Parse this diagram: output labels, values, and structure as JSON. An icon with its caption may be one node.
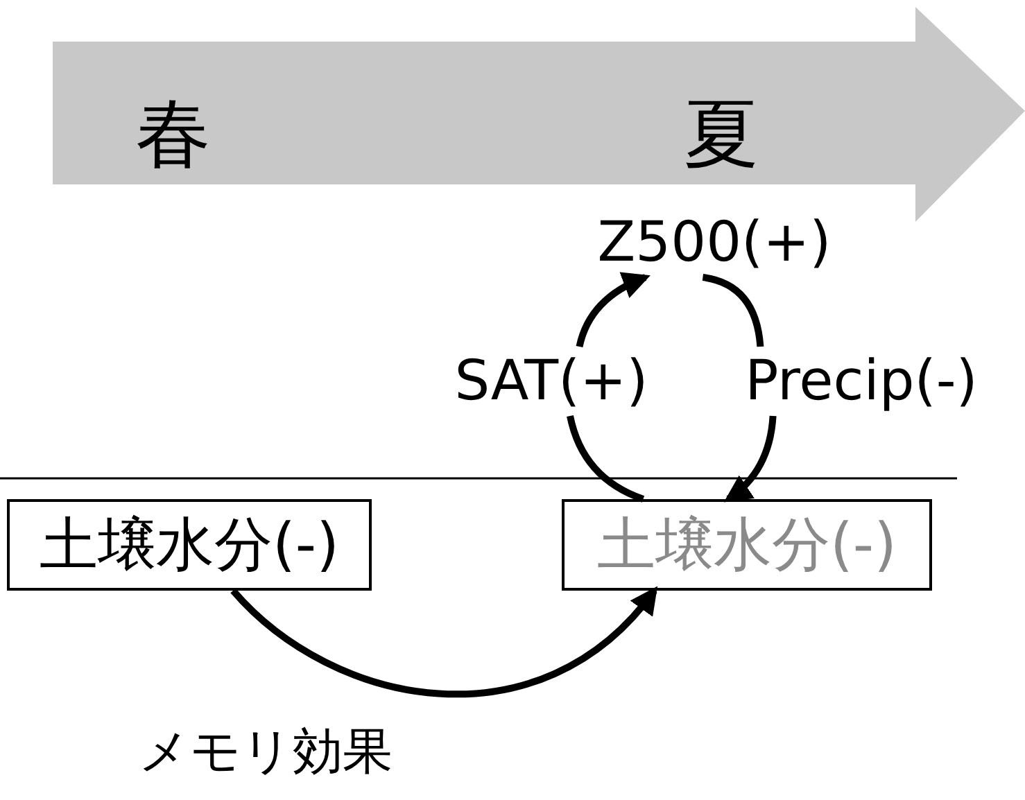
{
  "diagram": {
    "nodes": [
      {
        "text": [
          "春",
          "夏"
        ]
      },
      {
        "text": [
          "Z500(+)"
        ]
      },
      {
        "text": [
          "SAT(+)"
        ]
      },
      {
        "text": [
          "Precip(-)"
        ]
      },
      {
        "text": [
          "土壌水分(-)"
        ]
      },
      {
        "text": [
          "土壌水分(-)"
        ]
      }
    ],
    "edges": [
      {
        "from": 2,
        "to": 1,
        "arrow": "to"
      },
      {
        "from": 1,
        "to": 3,
        "arrow": "none"
      },
      {
        "from": 3,
        "to": 5,
        "arrow": "to"
      },
      {
        "from": 5,
        "to": 2,
        "arrow": "none"
      },
      {
        "from": 4,
        "to": 5,
        "arrow": "to",
        "label": "メモリ効果"
      }
    ]
  }
}
